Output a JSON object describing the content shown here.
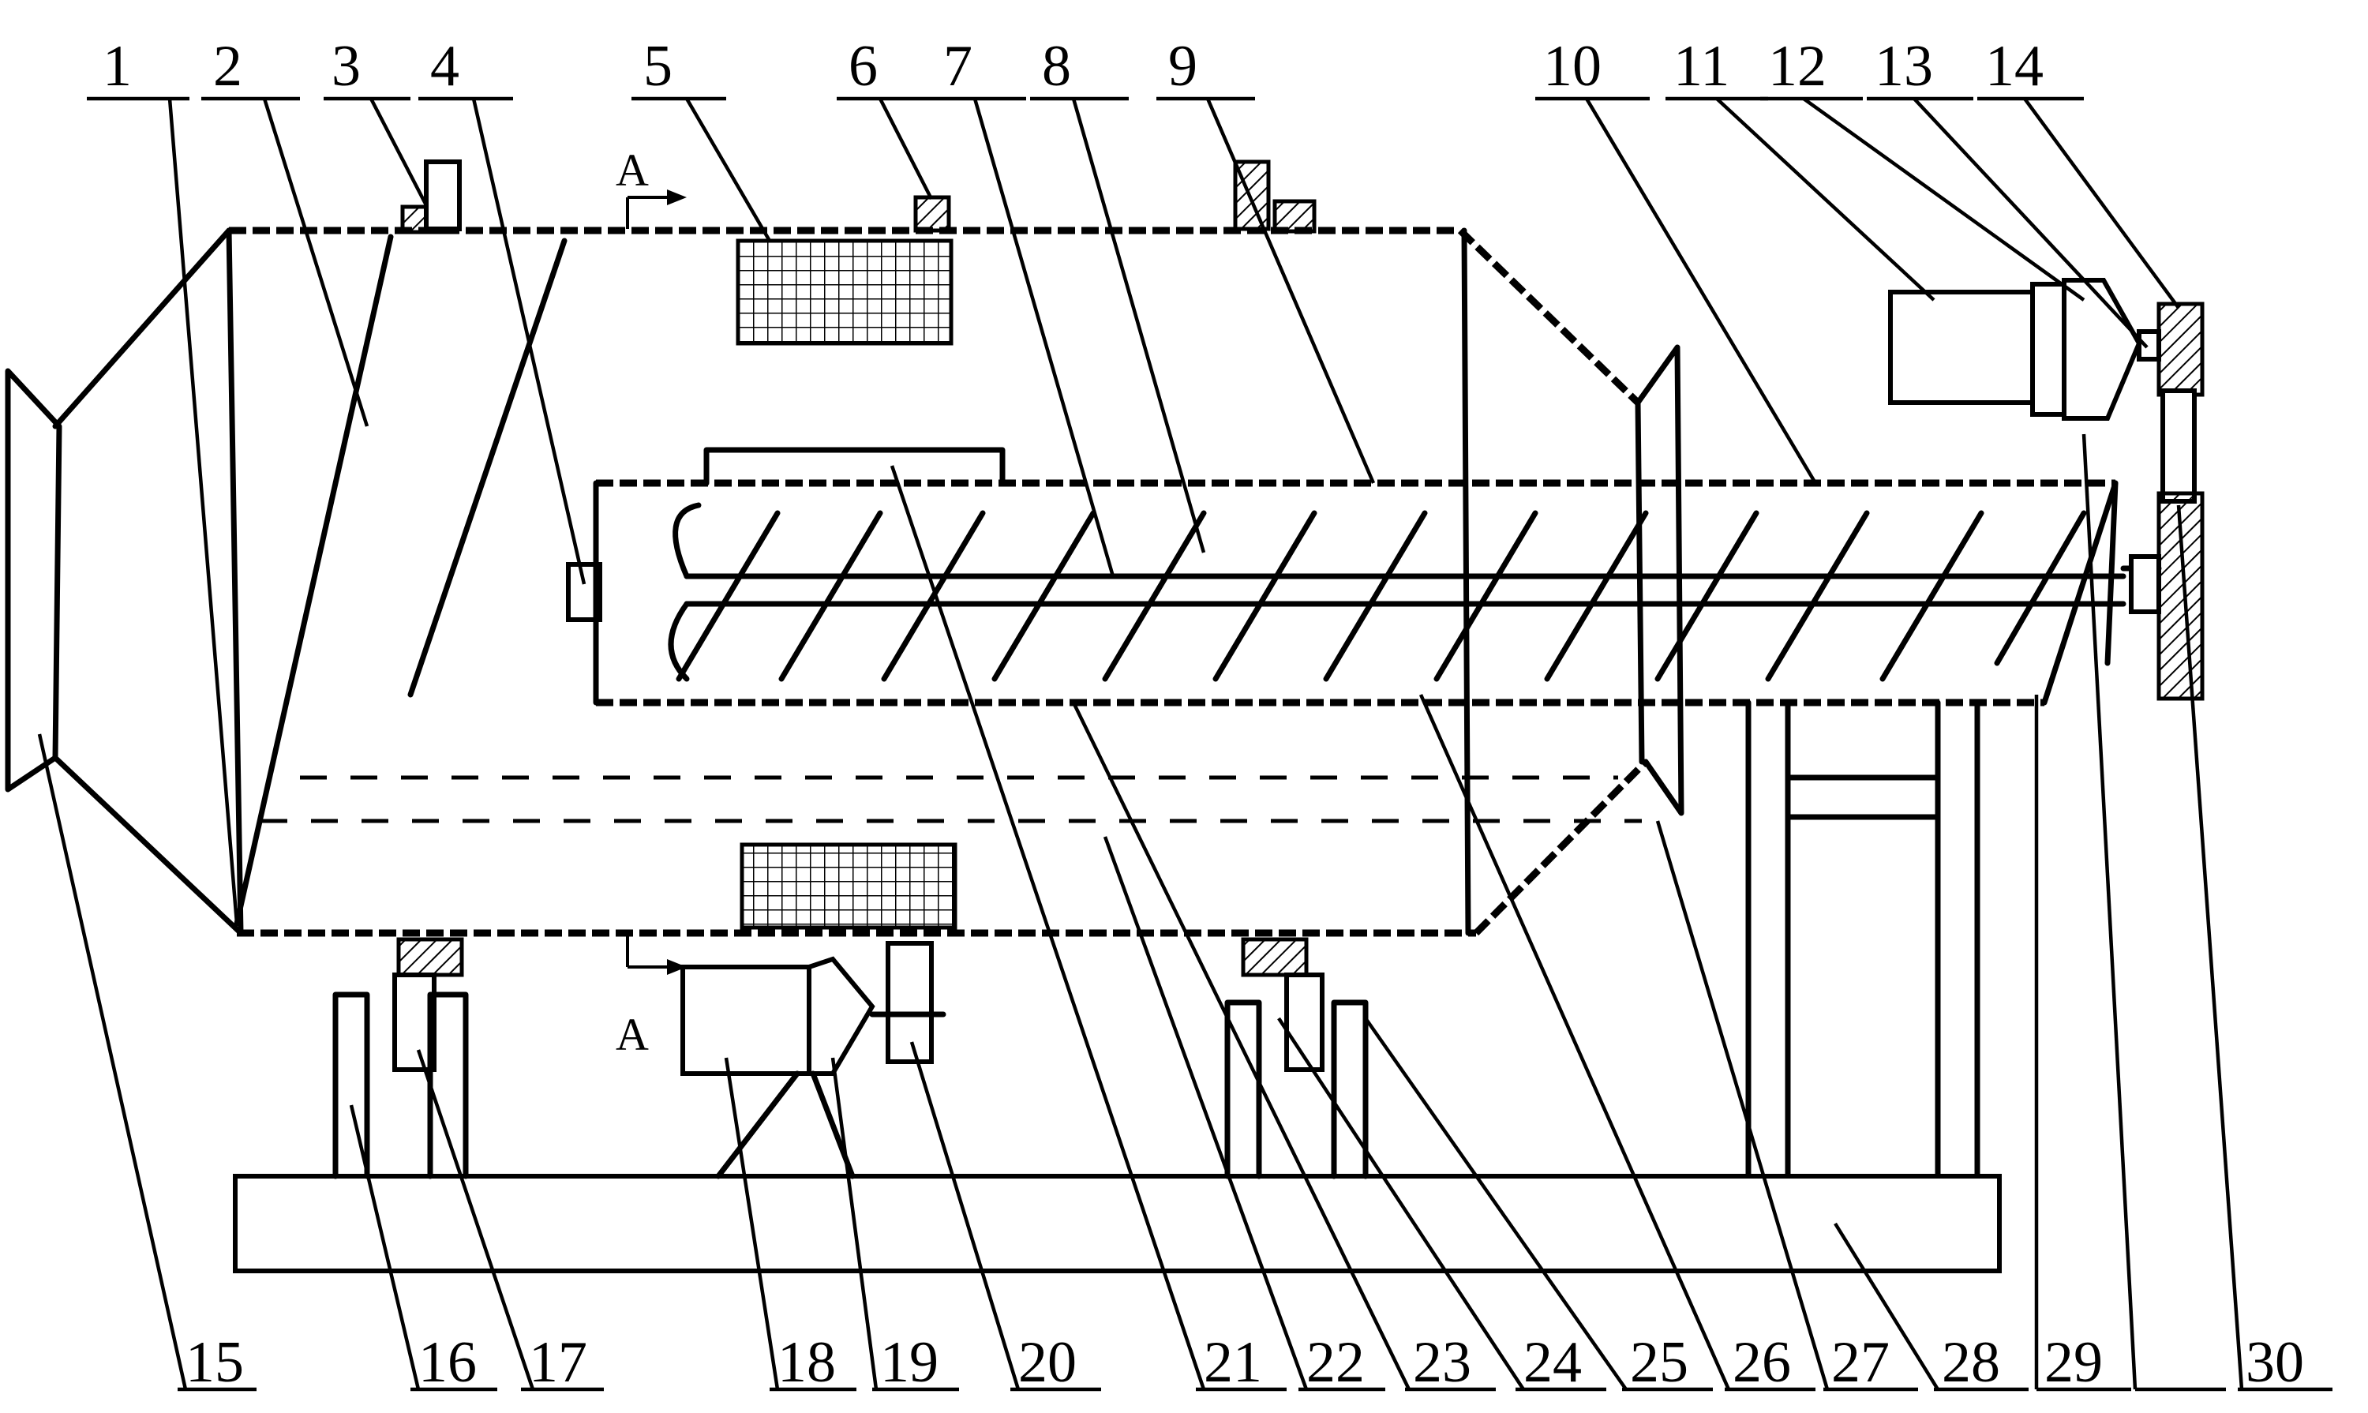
{
  "callouts": {
    "top": [
      "1",
      "2",
      "3",
      "4",
      "5",
      "6",
      "7",
      "8",
      "9",
      "10",
      "11",
      "12",
      "13",
      "14"
    ],
    "bottom": [
      "15",
      "16",
      "17",
      "18",
      "19",
      "20",
      "21",
      "22",
      "23",
      "24",
      "25",
      "26",
      "27",
      "28",
      "29",
      "30"
    ]
  },
  "section_marks": {
    "top": "A",
    "bottom": "A"
  }
}
